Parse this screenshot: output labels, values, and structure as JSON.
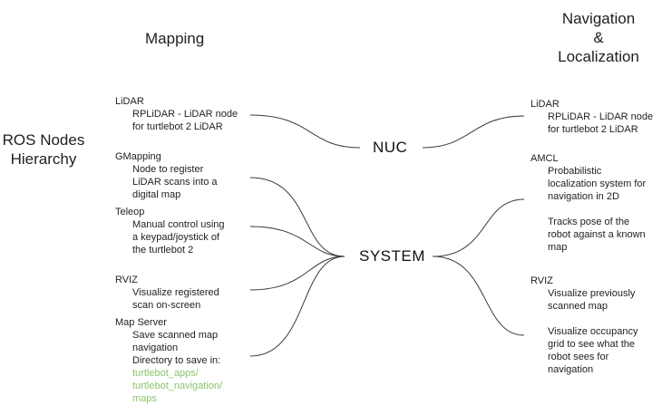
{
  "headers": {
    "mapping": "Mapping",
    "navigation": [
      "Navigation",
      "&",
      "Localization"
    ],
    "hierarchy": [
      "ROS Nodes",
      "Hierarchy"
    ]
  },
  "hubs": {
    "nuc": "NUC",
    "system": "SYSTEM"
  },
  "left_nodes": [
    {
      "title": "LiDAR",
      "lines": [
        "RPLiDAR - LiDAR node",
        "for turtlebot 2 LiDAR"
      ]
    },
    {
      "title": "GMapping",
      "lines": [
        "Node to register",
        "LiDAR scans into a",
        "digital map"
      ]
    },
    {
      "title": "Teleop",
      "lines": [
        "Manual control using",
        "a keypad/joystick of",
        "the turtlebot 2"
      ]
    },
    {
      "title": "RVIZ",
      "lines": [
        "Visualize registered",
        "scan on-screen"
      ]
    },
    {
      "title": "Map Server",
      "lines": [
        "Save scanned map",
        "navigation",
        "Directory to save in:"
      ],
      "path": [
        "turtlebot_apps/",
        "turtlebot_navigation/",
        "maps"
      ]
    }
  ],
  "right_nodes": [
    {
      "title": "LiDAR",
      "lines": [
        "RPLiDAR - LiDAR node",
        "for turtlebot 2 LiDAR"
      ]
    },
    {
      "title": "AMCL",
      "lines": [
        "Probabilistic",
        "localization system for",
        "navigation in 2D"
      ],
      "lines2": [
        "Tracks pose of the",
        "robot against a known",
        "map"
      ]
    },
    {
      "title": "RVIZ",
      "lines": [
        "Visualize previously",
        "scanned map"
      ],
      "lines2": [
        "Visualize occupancy",
        "grid to see what the",
        "robot sees for",
        "navigation"
      ]
    }
  ],
  "colors": {
    "path_text": "#8cc46d",
    "connector": "#3a3a3a"
  }
}
